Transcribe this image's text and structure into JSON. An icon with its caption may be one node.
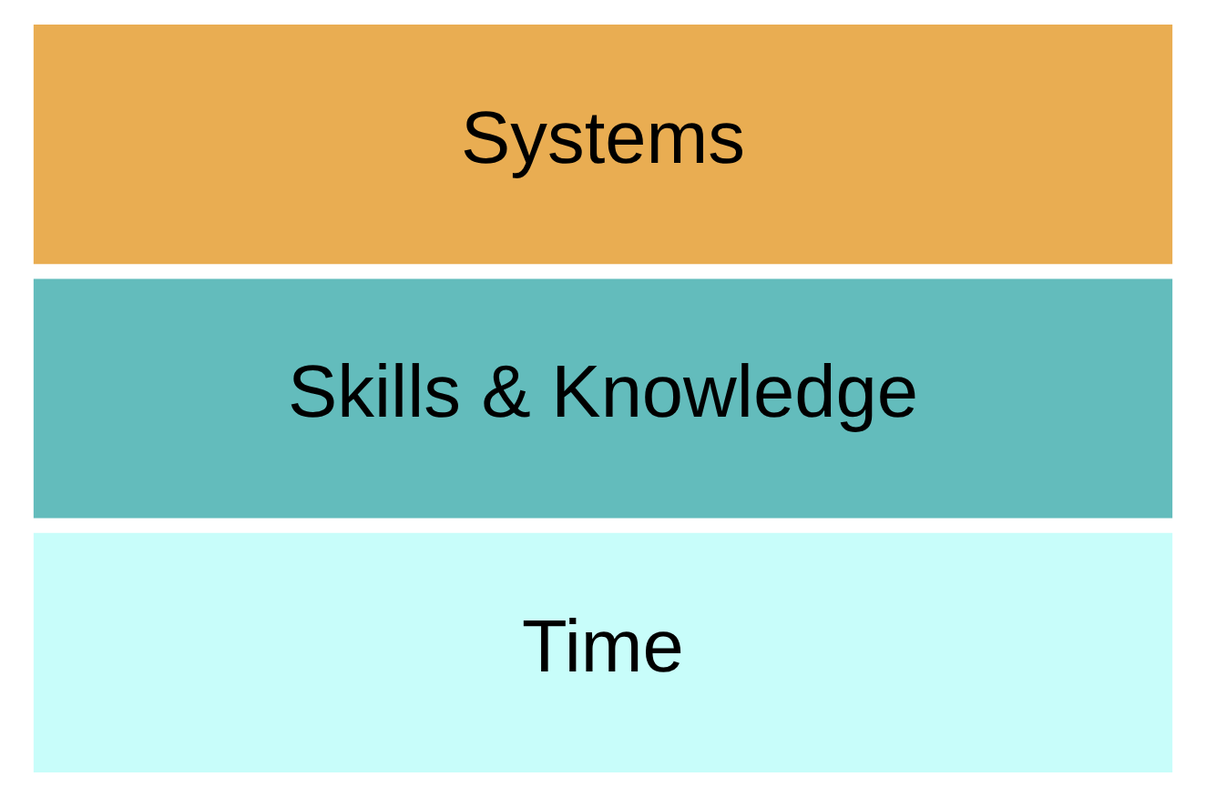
{
  "diagram": {
    "nodes": [
      {
        "text": [
          "Time"
        ]
      },
      {
        "text": [
          "Skills & Knowledge"
        ]
      },
      {
        "text": [
          "Systems"
        ]
      }
    ]
  }
}
